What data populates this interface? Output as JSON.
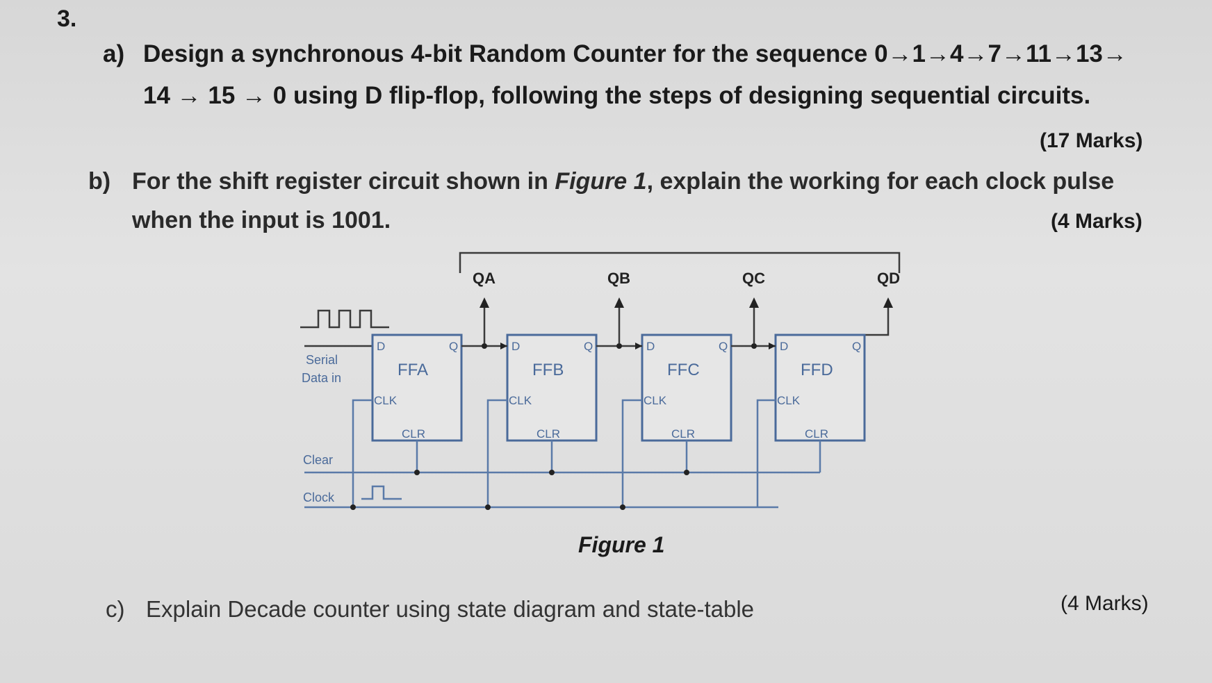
{
  "question_number": "3.",
  "part_a": {
    "label": "a)",
    "line1": "Design a synchronous 4-bit Random Counter for the sequence  0→1→4→7→11→13→",
    "line2": "14 → 15 → 0 using D flip-flop, following the steps of designing sequential circuits.",
    "marks": "(17 Marks)"
  },
  "part_b": {
    "label": "b)",
    "line1_pre": "For the shift register circuit shown in ",
    "line1_fig": "Figure 1",
    "line1_post": ", explain the working for each clock pulse",
    "line2": "when the input is 1001.",
    "marks": "(4 Marks)"
  },
  "figure": {
    "caption": "Figure 1",
    "outputs": [
      "QA",
      "QB",
      "QC",
      "QD"
    ],
    "flipflops": [
      {
        "name": "FFA",
        "d": "D",
        "q": "Q",
        "clk": "CLK",
        "clr": "CLR"
      },
      {
        "name": "FFB",
        "d": "D",
        "q": "Q",
        "clk": "CLK",
        "clr": "CLR"
      },
      {
        "name": "FFC",
        "d": "D",
        "q": "Q",
        "clk": "CLK",
        "clr": "CLR"
      },
      {
        "name": "FFD",
        "d": "D",
        "q": "Q",
        "clk": "CLK",
        "clr": "CLR"
      }
    ],
    "serial_label_1": "Serial",
    "serial_label_2": "Data in",
    "clear_label": "Clear",
    "clock_label": "Clock"
  },
  "part_c": {
    "label": "c)",
    "text": "Explain Decade counter using state diagram and state-table",
    "marks": "(4 Marks)"
  }
}
